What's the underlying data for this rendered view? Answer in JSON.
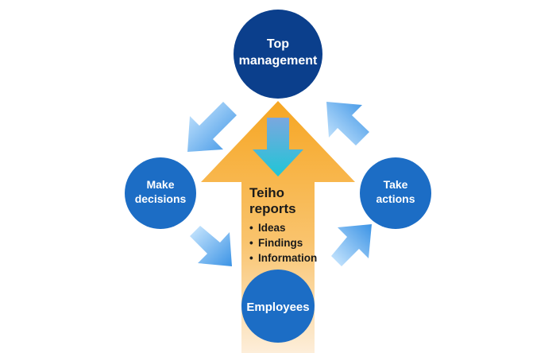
{
  "nodes": {
    "top": {
      "lines": [
        "Top",
        "management"
      ],
      "color": "#0b3f8c"
    },
    "left": {
      "lines": [
        "Make",
        "decisions"
      ],
      "color": "#1c6dc5"
    },
    "right": {
      "lines": [
        "Take",
        "actions"
      ],
      "color": "#1c6dc5"
    },
    "bottom": {
      "label": "Employees",
      "color": "#1c6dc5"
    }
  },
  "center": {
    "title_lines": [
      "Teiho",
      "reports"
    ],
    "items": [
      "Ideas",
      "Findings",
      "Information"
    ],
    "bullet": "•"
  },
  "colors": {
    "big_arrow_top": "#f6a623",
    "big_arrow_bottom": "#fde6c0",
    "small_arrow_light": "#bfe3ff",
    "small_arrow_dark": "#3c95e6",
    "down_arrow_top": "#6fa9e3",
    "down_arrow_bottom": "#22c4d8"
  },
  "icons": {
    "flow_arrows": "arrow-icon"
  }
}
